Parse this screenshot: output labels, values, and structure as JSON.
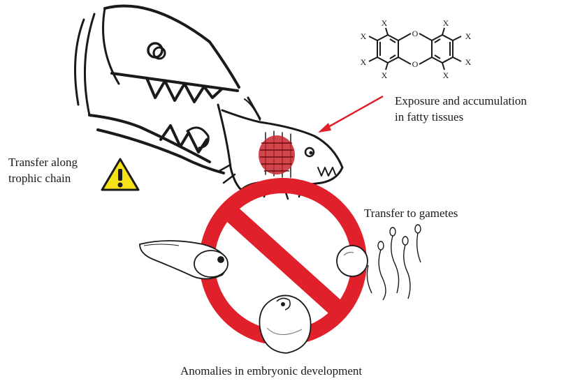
{
  "labels": {
    "exposure": [
      "Exposure and accumulation",
      "in fatty tissues"
    ],
    "trophic": [
      "Transfer along",
      "trophic chain"
    ],
    "gametes": "Transfer to gametes",
    "anomalies": "Anomalies in embryonic development"
  },
  "molecule": {
    "heteroatom": "O",
    "substituent": "X"
  },
  "colors": {
    "prohibition_sign": "#e0202a",
    "arrow": "#e0202a",
    "warning_fill": "#f7e21a",
    "ink": "#1a1a1a"
  },
  "icons": [
    "warning-icon",
    "large-fish-sketch",
    "small-fish-sketch",
    "dioxin-molecule",
    "prohibition-sign",
    "tadpole-sketch",
    "egg-sketch",
    "sperm-sketch",
    "embryo-sketch"
  ]
}
